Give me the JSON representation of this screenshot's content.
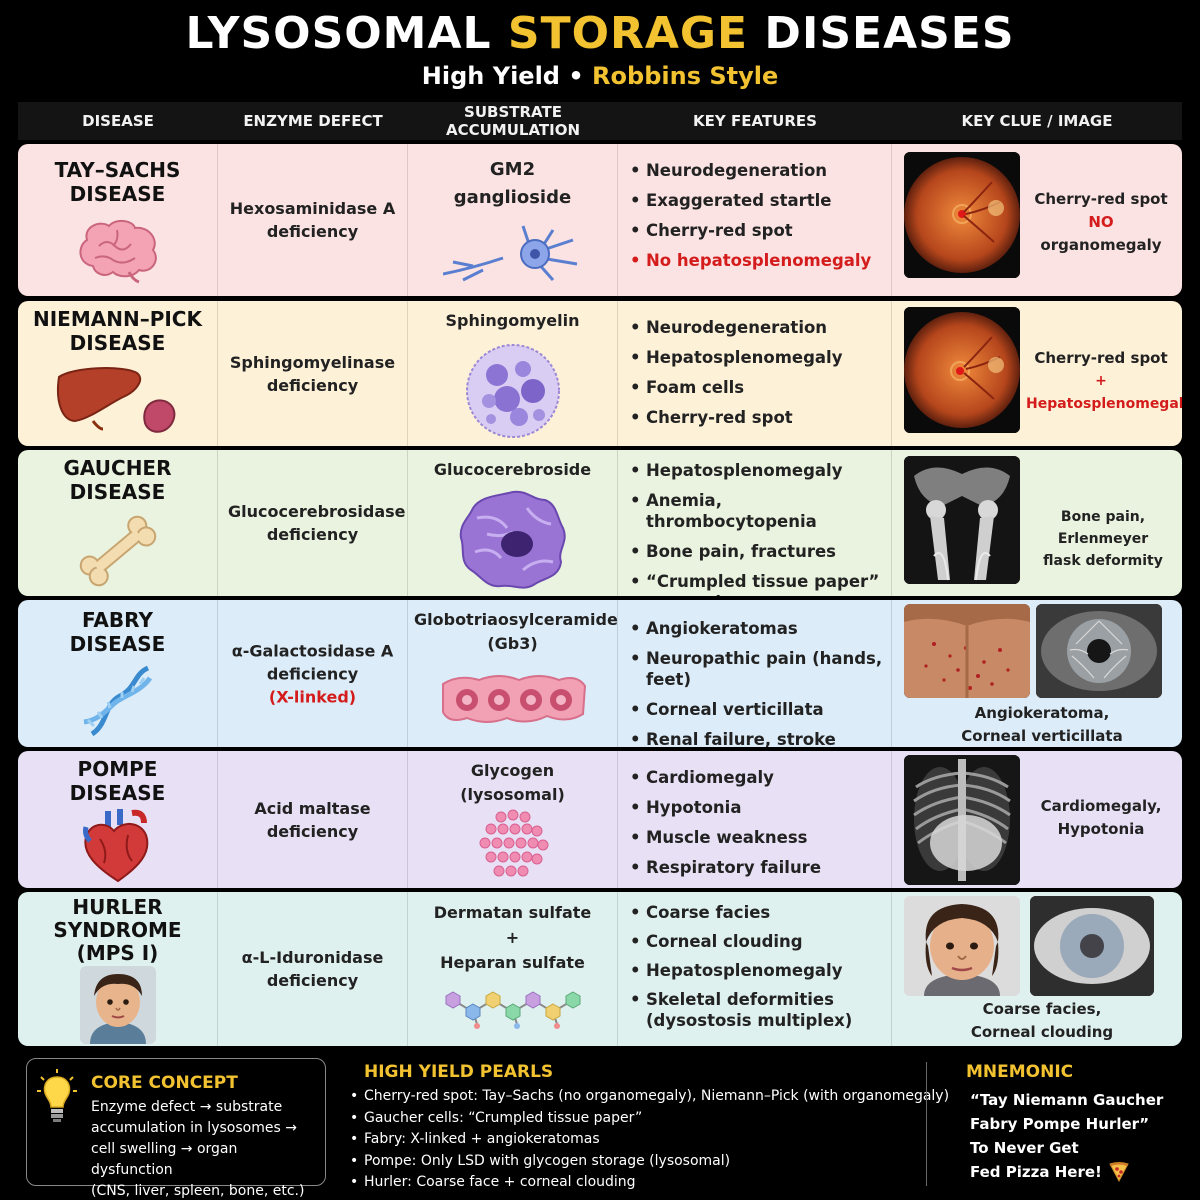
{
  "header": {
    "title_part1": "LYSOSOMAL",
    "title_part2": "STORAGE",
    "title_part3": "DISEASES",
    "subtitle_part1": "High Yield •",
    "subtitle_part2": "Robbins Style"
  },
  "columns": [
    "DISEASE",
    "ENZYME DEFECT",
    "SUBSTRATE ACCUMULATION",
    "KEY FEATURES",
    "KEY CLUE / IMAGE"
  ],
  "rows": [
    {
      "name": [
        "TAY–SACHS",
        "DISEASE"
      ],
      "enzyme": [
        "Hexosaminidase A",
        "deficiency"
      ],
      "substrate": [
        "GM2",
        "ganglioside"
      ],
      "features": [
        "Neurodegeneration",
        "Exaggerated startle",
        "Cherry-red spot",
        "No hepatosplenomegaly"
      ],
      "clue": [
        "Cherry-red spot",
        "NO",
        "organomegaly"
      ],
      "bg": "#fce3e3"
    },
    {
      "name": [
        "NIEMANN–PICK",
        "DISEASE"
      ],
      "enzyme": [
        "Sphingomyelinase",
        "deficiency"
      ],
      "substrate": [
        "Sphingomyelin"
      ],
      "features": [
        "Neurodegeneration",
        "Hepatosplenomegaly",
        "Foam cells",
        "Cherry-red spot"
      ],
      "clue": [
        "Cherry-red spot",
        "+ Hepatosplenomegaly"
      ],
      "bg": "#fdf1d8"
    },
    {
      "name": [
        "GAUCHER",
        "DISEASE"
      ],
      "enzyme": [
        "Glucocerebrosidase",
        "deficiency"
      ],
      "substrate": [
        "Glucocerebroside"
      ],
      "features": [
        "Hepatosplenomegaly",
        "Anemia, thrombocytopenia",
        "Bone pain, fractures",
        "“Crumpled tissue paper”",
        "macrophages"
      ],
      "clue": [
        "Bone pain, Erlenmeyer",
        "flask deformity"
      ],
      "bg": "#e9f3df"
    },
    {
      "name": [
        "FABRY",
        "DISEASE"
      ],
      "enzyme": [
        "α-Galactosidase A",
        "deficiency",
        "(X-linked)"
      ],
      "substrate": [
        "Globotriaosylceramide",
        "(Gb3)"
      ],
      "features": [
        "Angiokeratomas",
        "Neuropathic pain (hands, feet)",
        "Corneal verticillata",
        "Renal failure, stroke"
      ],
      "clue": [
        "Angiokeratoma,",
        "Corneal verticillata"
      ],
      "bg": "#dcecf8"
    },
    {
      "name": [
        "POMPE",
        "DISEASE"
      ],
      "enzyme": [
        "Acid maltase",
        "deficiency"
      ],
      "substrate": [
        "Glycogen",
        "(lysosomal)"
      ],
      "features": [
        "Cardiomegaly",
        "Hypotonia",
        "Muscle weakness",
        "Respiratory failure"
      ],
      "clue": [
        "Cardiomegaly,",
        "Hypotonia"
      ],
      "bg": "#e8e1f5"
    },
    {
      "name": [
        "HURLER",
        "SYNDROME",
        "(MPS I)"
      ],
      "enzyme": [
        "α-L-Iduronidase",
        "deficiency"
      ],
      "substrate": [
        "Dermatan sulfate",
        "+",
        "Heparan sulfate"
      ],
      "features": [
        "Coarse facies",
        "Corneal clouding",
        "Hepatosplenomegaly",
        "Skeletal deformities",
        "(dysostosis multiplex)"
      ],
      "clue": [
        "Coarse facies,",
        "Corneal clouding"
      ],
      "bg": "#dff1ee"
    }
  ],
  "core": {
    "title": "CORE CONCEPT",
    "lines": [
      "Enzyme defect → substrate",
      "accumulation in lysosomes →",
      "cell swelling → organ dysfunction",
      "(CNS, liver, spleen, bone, etc.)"
    ]
  },
  "pearls": {
    "title": "HIGH YIELD PEARLS",
    "items": [
      "Cherry-red spot: Tay–Sachs (no organomegaly), Niemann–Pick (with organomegaly)",
      "Gaucher cells: “Crumpled tissue paper”",
      "Fabry: X-linked + angiokeratomas",
      "Pompe: Only LSD with glycogen storage (lysosomal)",
      "Hurler: Coarse face + corneal clouding"
    ]
  },
  "mnemonic": {
    "title": "MNEMONIC",
    "lines": [
      "“Tay Niemann Gaucher",
      "Fabry Pompe Hurler”",
      "To Never Get",
      "Fed Pizza Here!"
    ]
  }
}
